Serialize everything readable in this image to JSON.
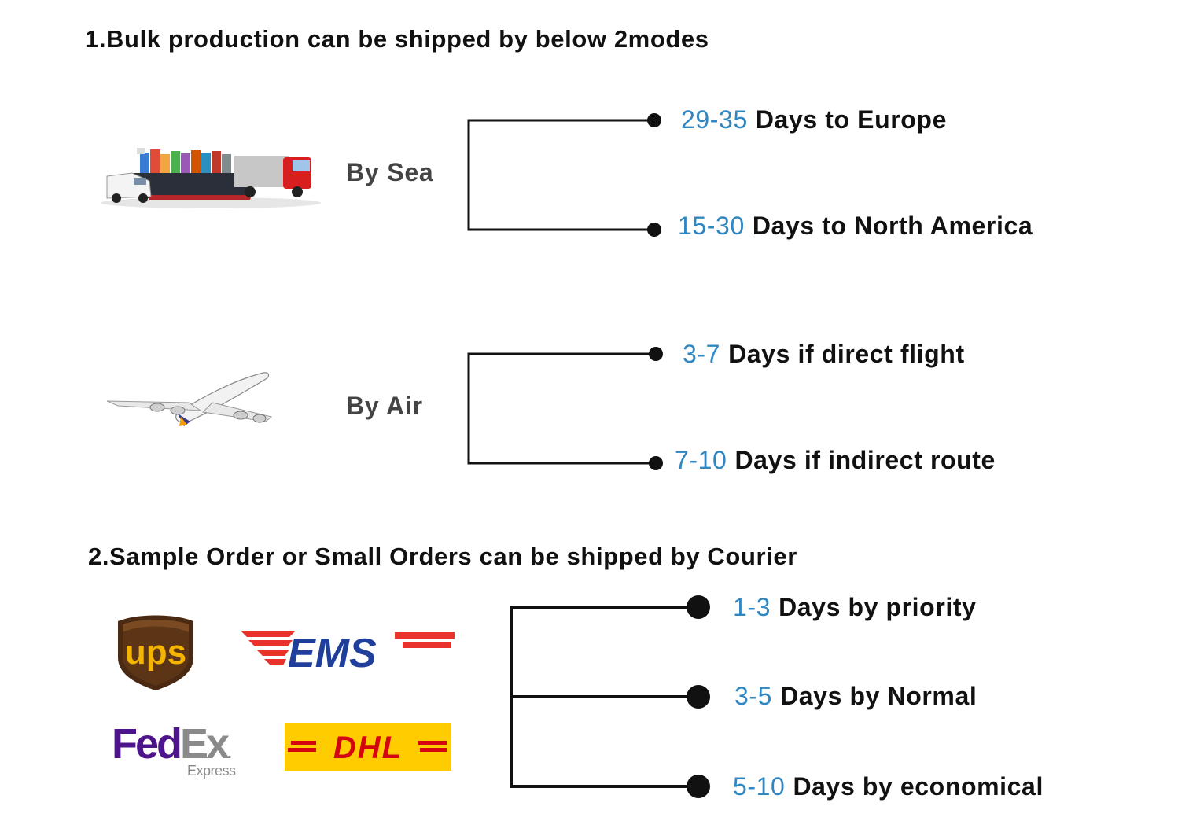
{
  "section1": {
    "heading": "1.Bulk production can be shipped by below 2modes",
    "modes": [
      {
        "label": "By Sea",
        "icon": "cargo-ship-truck-van-icon",
        "items": [
          {
            "num": "29-35",
            "text": "Days to Europe"
          },
          {
            "num": "15-30",
            "text": "Days to North America"
          }
        ]
      },
      {
        "label": "By Air",
        "icon": "airplane-icon",
        "items": [
          {
            "num": "3-7",
            "text": "Days if direct flight"
          },
          {
            "num": "7-10",
            "text": "Days if indirect route"
          }
        ]
      }
    ]
  },
  "section2": {
    "heading": "2.Sample Order or Small Orders can be shipped by Courier",
    "logos": {
      "ups": "ups",
      "ems": "EMS",
      "fedex_fed": "Fed",
      "fedex_ex": "Ex",
      "fedex_sub": "Express",
      "dhl": "DHL"
    },
    "items": [
      {
        "num": "1-3",
        "text": "Days by priority"
      },
      {
        "num": "3-5",
        "text": "Days by Normal"
      },
      {
        "num": "5-10",
        "text": "Days by economical"
      }
    ]
  },
  "colors": {
    "accent_number": "#2f86c1",
    "text": "#111111",
    "ups_brown": "#4a2a12",
    "ups_gold": "#f4b400",
    "ems_red": "#e8322b",
    "ems_blue": "#1f3f9a",
    "fedex_purple": "#4d148c",
    "fedex_gray": "#8a8a8a",
    "dhl_yellow": "#ffcc00",
    "dhl_red": "#d40511"
  }
}
